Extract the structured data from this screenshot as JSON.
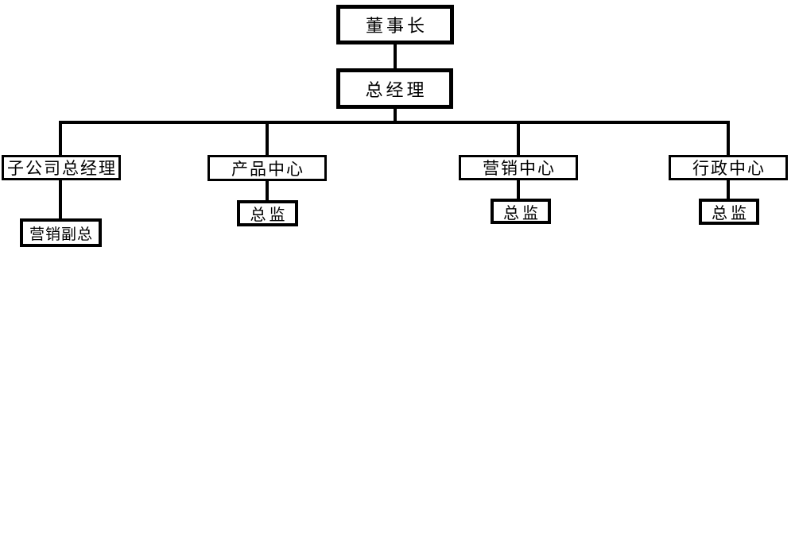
{
  "org": {
    "type": "org-chart",
    "background_color": "#ffffff",
    "line_color": "#000000",
    "box_border_color": "#000000",
    "text_color": "#000000",
    "nodes": [
      {
        "id": "chairman",
        "label": "董事长",
        "level": 1
      },
      {
        "id": "general-manager",
        "label": "总经理",
        "level": 2
      },
      {
        "id": "subsidiary-gm",
        "label": "子公司总经理",
        "level": 3
      },
      {
        "id": "product-center",
        "label": "产品中心",
        "level": 3
      },
      {
        "id": "marketing-center",
        "label": "营销中心",
        "level": 3
      },
      {
        "id": "admin-center",
        "label": "行政中心",
        "level": 3
      },
      {
        "id": "marketing-vp",
        "label": "营销副总",
        "level": 4
      },
      {
        "id": "product-director",
        "label": "总监",
        "level": 4
      },
      {
        "id": "marketing-director",
        "label": "总监",
        "level": 4
      },
      {
        "id": "admin-director",
        "label": "总监",
        "level": 4
      }
    ],
    "edges": [
      {
        "from": "chairman",
        "to": "general-manager"
      },
      {
        "from": "general-manager",
        "to": "subsidiary-gm"
      },
      {
        "from": "general-manager",
        "to": "product-center"
      },
      {
        "from": "general-manager",
        "to": "marketing-center"
      },
      {
        "from": "general-manager",
        "to": "admin-center"
      },
      {
        "from": "subsidiary-gm",
        "to": "marketing-vp"
      },
      {
        "from": "product-center",
        "to": "product-director"
      },
      {
        "from": "marketing-center",
        "to": "marketing-director"
      },
      {
        "from": "admin-center",
        "to": "admin-director"
      }
    ]
  }
}
